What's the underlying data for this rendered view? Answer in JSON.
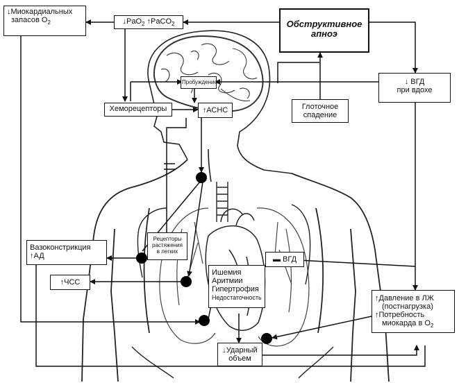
{
  "boxes": {
    "myocardial": {
      "l1": "↓Миокардиальных",
      "l2": "запасов O",
      "sub": "2"
    },
    "gases": {
      "a": "↓PaO",
      "a_sub": "2",
      "b": " ↑PaCO",
      "b_sub": "2"
    },
    "apnea": {
      "l1": "Обструктивное",
      "l2": "апноэ"
    },
    "arousal": "Пробуждение",
    "chemo": "Хеморецепторы",
    "ans": "↑АСНС",
    "pharyngeal": {
      "l1": "Глоточное",
      "l2": "спадение"
    },
    "itp_insp": {
      "l1": "↓ ВГД",
      "l2": "при вдохе"
    },
    "vaso": {
      "l1": "Вазоконстрикция",
      "l2": "↑АД"
    },
    "receptors": {
      "l1": "Рецепторы",
      "l2": "растяжения",
      "l3": "в легких"
    },
    "itp": "▬ ВГД",
    "hr": "↑ЧСС",
    "cardiac": {
      "l1": "Ишемия",
      "l2": "Аритмии",
      "l3": "Гипертрофия",
      "l4": "Недостаточность"
    },
    "lv": {
      "l1": "↑Давление в ЛЖ",
      "l2": "(постнагрузка)",
      "l3": "↑Потребность",
      "l4": "миокарда в O",
      "l4_sub": "2"
    },
    "stroke": {
      "l1": "↓Ударный",
      "l2": "объем"
    }
  }
}
